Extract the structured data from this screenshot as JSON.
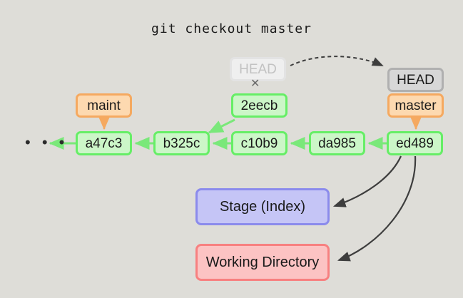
{
  "title": "git checkout master",
  "background_color": "#deddd8",
  "palette": {
    "commit_fill": "#ccf6c8",
    "commit_border": "#66ee66",
    "branch_fill": "#fdd9b0",
    "branch_border": "#f5a960",
    "head_fill": "#d7d7d7",
    "head_border": "#b0b0b0",
    "head_old_fill": "#efefef",
    "head_old_text": "#c2c2c2",
    "stage_fill": "#c5c5f6",
    "stage_border": "#8b8bec",
    "work_fill": "#fcc3c3",
    "work_border": "#f78080",
    "arrow_dark": "#3d3d3d"
  },
  "ellipsis": "• • •",
  "xmark": "✕",
  "commits": [
    {
      "id": "a47c3",
      "label": "a47c3"
    },
    {
      "id": "b325c",
      "label": "b325c"
    },
    {
      "id": "c10b9",
      "label": "c10b9"
    },
    {
      "id": "da985",
      "label": "da985"
    },
    {
      "id": "ed489",
      "label": "ed489"
    },
    {
      "id": "2eecb",
      "label": "2eecb"
    }
  ],
  "labels": {
    "maint": "maint",
    "master": "master",
    "head_new": "HEAD",
    "head_old": "HEAD"
  },
  "areas": {
    "stage": "Stage (Index)",
    "working": "Working Directory"
  }
}
